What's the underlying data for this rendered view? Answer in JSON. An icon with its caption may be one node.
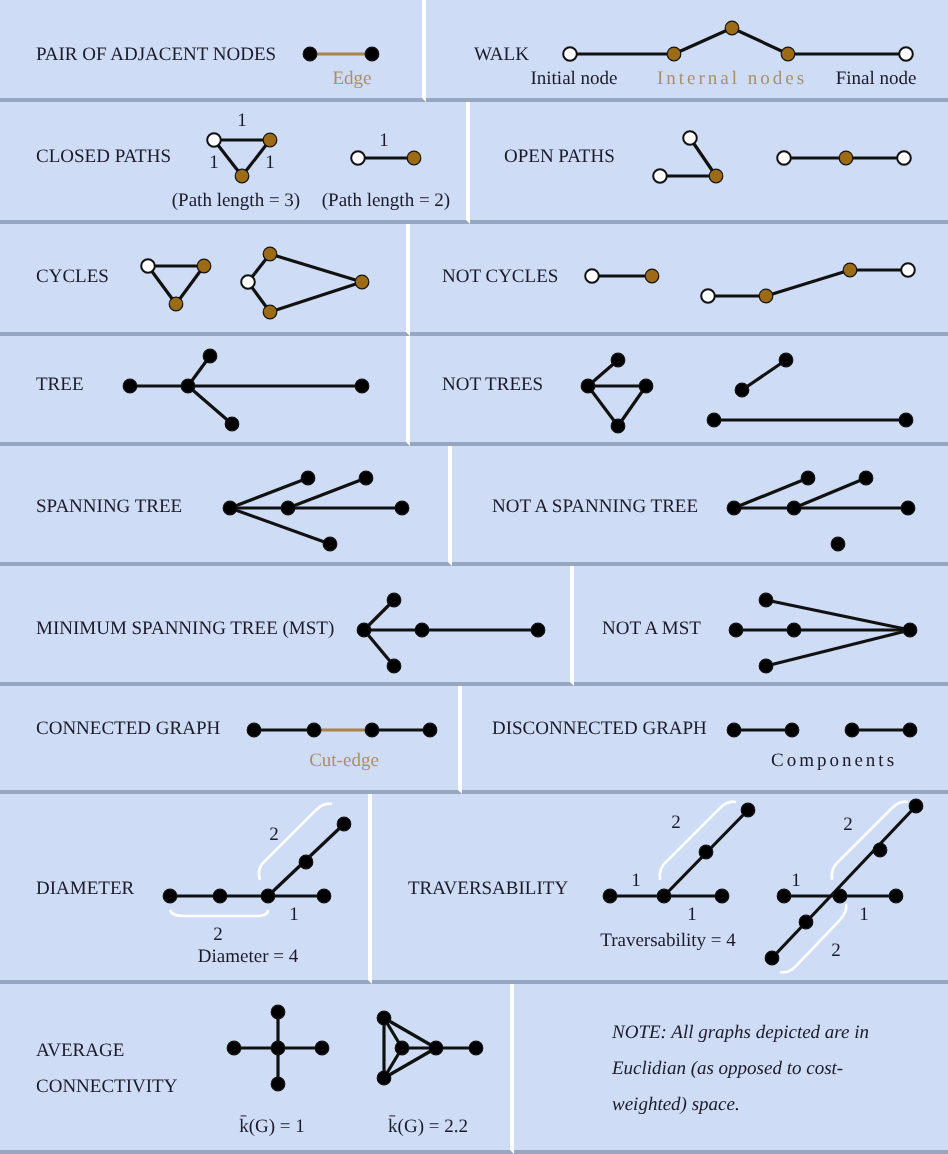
{
  "diagram": {
    "nodes": [
      {
        "text": [
          "PAIR OF ADJACENT NODES",
          "Edge"
        ]
      },
      {
        "text": [
          "WALK",
          "Initial node",
          "Internal nodes",
          "Final node"
        ]
      },
      {
        "text": [
          "CLOSED PATHS",
          "1",
          "1",
          "1",
          "(Path length = 3)",
          "1",
          "(Path length = 2)"
        ]
      },
      {
        "text": [
          "OPEN PATHS"
        ]
      },
      {
        "text": [
          "CYCLES"
        ]
      },
      {
        "text": [
          "NOT CYCLES"
        ]
      },
      {
        "text": [
          "TREE"
        ]
      },
      {
        "text": [
          "NOT TREES"
        ]
      },
      {
        "text": [
          "SPANNING TREE"
        ]
      },
      {
        "text": [
          "NOT A SPANNING TREE"
        ]
      },
      {
        "text": [
          "MINIMUM SPANNING TREE (MST)"
        ]
      },
      {
        "text": [
          "NOT A MST"
        ]
      },
      {
        "text": [
          "CONNECTED GRAPH",
          "Cut-edge"
        ]
      },
      {
        "text": [
          "DISCONNECTED GRAPH",
          "Components"
        ]
      },
      {
        "text": [
          "DIAMETER",
          "2",
          "1",
          "2",
          "Diameter = 4"
        ]
      },
      {
        "text": [
          "TRAVERSABILITY",
          "2",
          "1",
          "1",
          "2",
          "1",
          "1",
          "Traversability = 4",
          "2"
        ]
      },
      {
        "text": [
          "AVERAGE CONNECTIVITY",
          "k̄(G) = 1",
          "k̄(G) = 2.2"
        ]
      },
      {
        "text": [
          "NOTE: All graphs depicted are in Euclidian (as opposed to cost-weighted) space."
        ]
      }
    ]
  }
}
